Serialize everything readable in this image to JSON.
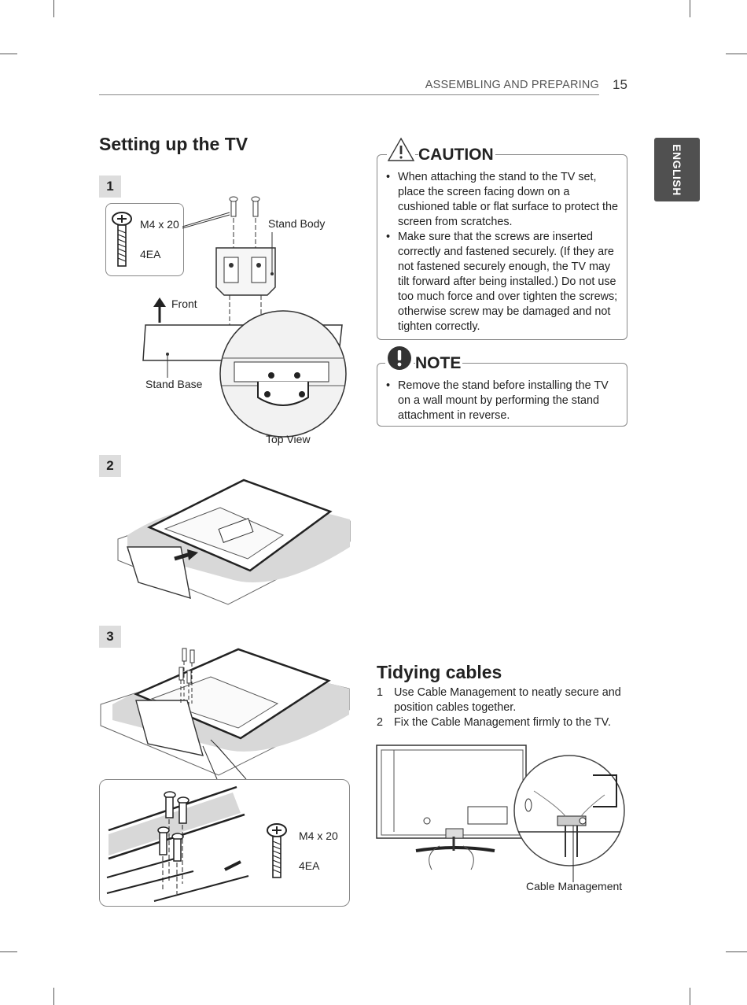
{
  "header": {
    "section": "ASSEMBLING AND PREPARING",
    "page_number": "15"
  },
  "language_tab": "ENGLISH",
  "setup": {
    "title": "Setting up the TV",
    "steps": [
      "1",
      "2",
      "3"
    ],
    "screw_spec": "M4 x 20",
    "screw_qty": "4EA",
    "labels": {
      "stand_body": "Stand Body",
      "front": "Front",
      "stand_base": "Stand Base",
      "top_view": "Top View"
    }
  },
  "caution": {
    "title": "CAUTION",
    "items": [
      "When attaching the stand to the TV set, place the screen facing down on a cushioned table or flat surface to protect the screen from scratches.",
      "Make sure that the screws are inserted correctly and fastened securely. (If they are not fastened securely enough, the TV may tilt forward after being installed.) Do not use too much force and over tighten the screws; otherwise screw may be damaged and not tighten correctly."
    ]
  },
  "note": {
    "title": "NOTE",
    "items": [
      "Remove the stand before installing the TV on a wall mount by performing the stand attachment in reverse."
    ]
  },
  "tidying": {
    "title": "Tidying cables",
    "items": [
      {
        "num": "1",
        "text": "Use Cable Management to neatly secure and position cables together."
      },
      {
        "num": "2",
        "text": "Fix the Cable Management firmly to the TV."
      }
    ],
    "label": "Cable Management"
  }
}
